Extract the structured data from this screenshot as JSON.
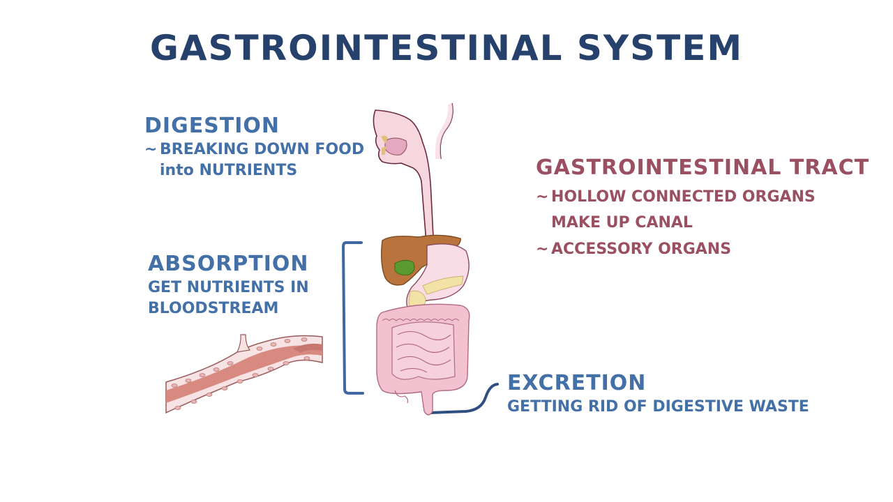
{
  "title": "GASTROINTESTINAL SYSTEM",
  "sections": {
    "digestion": {
      "heading": "DIGESTION",
      "bullet": "~",
      "lines": [
        "BREAKING DOWN FOOD",
        "into NUTRIENTS"
      ]
    },
    "absorption": {
      "heading": "ABSORPTION",
      "lines": [
        "GET NUTRIENTS IN",
        "BLOODSTREAM"
      ]
    },
    "gi_tract": {
      "heading": "GASTROINTESTINAL TRACT",
      "bullet": "~",
      "items": [
        {
          "lines": [
            "HOLLOW CONNECTED ORGANS",
            "MAKE UP CANAL"
          ]
        },
        {
          "lines": [
            "ACCESSORY ORGANS"
          ]
        }
      ]
    },
    "excretion": {
      "heading": "EXCRETION",
      "lines": [
        "GETTING RID OF DIGESTIVE WASTE"
      ]
    }
  },
  "illustrations": {
    "digestive_tract": "digestive-system-illustration",
    "blood_vessel": "blood-vessel-illustration",
    "bracket": "absorption-bracket",
    "connector": "excretion-connector-line"
  },
  "colors": {
    "title": "#26426c",
    "blue_text": "#4470a8",
    "maroon_text": "#9a5060",
    "tissue_pink": "#f0c8d4",
    "liver_brown": "#b8743c",
    "gallbladder_green": "#5a9a30",
    "pancreas_yellow": "#f2e2a6",
    "vessel_red": "#d88a80"
  }
}
